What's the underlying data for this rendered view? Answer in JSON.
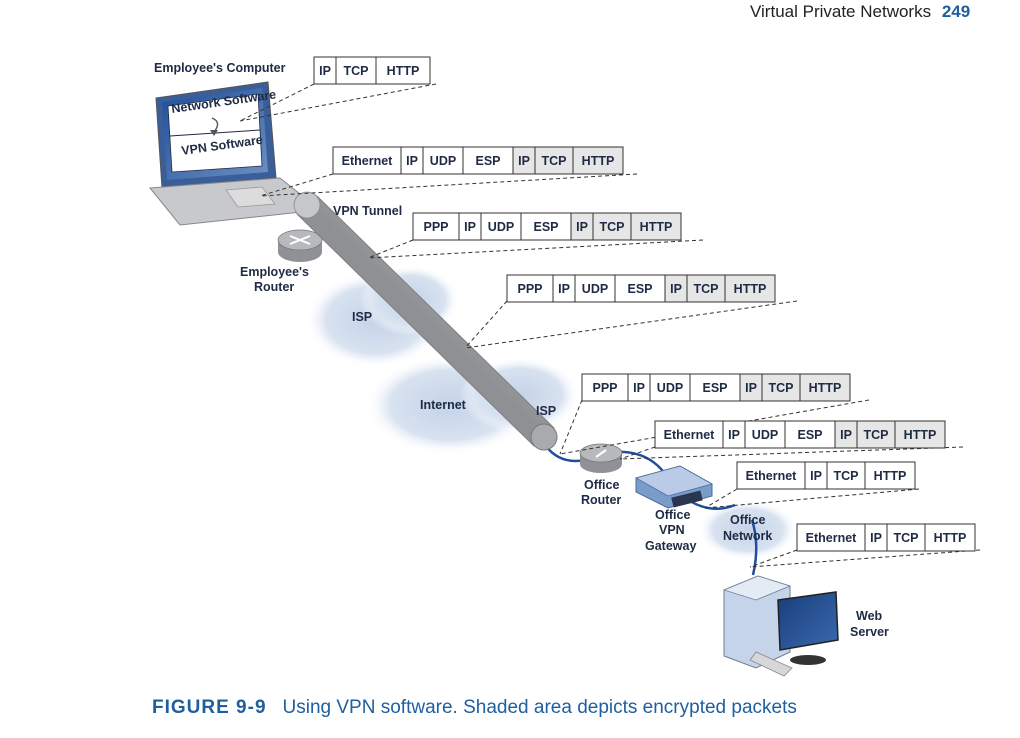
{
  "running_head": {
    "title": "Virtual Private Networks",
    "page": "249"
  },
  "caption": {
    "figure": "FIGURE 9-9",
    "text": "Using VPN software. Shaded area depicts encrypted packets"
  },
  "colors": {
    "encrypted_fill": "#e6e6e6",
    "plain_fill": "#ffffff",
    "cable": "#1f4f9a",
    "cloud": "#c9d6e8",
    "accent": "#1f5fa0"
  },
  "nodes": {
    "employee_computer": "Employee's Computer",
    "network_software": "Network Software",
    "vpn_software": "VPN Software",
    "vpn_tunnel": "VPN Tunnel",
    "employee_router_1": "Employee's",
    "employee_router_2": "Router",
    "isp_1": "ISP",
    "internet": "Internet",
    "isp_2": "ISP",
    "office_router_1": "Office",
    "office_router_2": "Router",
    "office_gateway_1": "Office",
    "office_gateway_2": "VPN",
    "office_gateway_3": "Gateway",
    "office_network_1": "Office",
    "office_network_2": "Network",
    "web_server_1": "Web",
    "web_server_2": "Server"
  },
  "packets": [
    {
      "id": "p1",
      "cells": [
        {
          "t": "IP",
          "e": false
        },
        {
          "t": "TCP",
          "e": false
        },
        {
          "t": "HTTP",
          "e": false
        }
      ]
    },
    {
      "id": "p2",
      "cells": [
        {
          "t": "Ethernet",
          "e": false
        },
        {
          "t": "IP",
          "e": false
        },
        {
          "t": "UDP",
          "e": false
        },
        {
          "t": "ESP",
          "e": false
        },
        {
          "t": "IP",
          "e": true
        },
        {
          "t": "TCP",
          "e": true
        },
        {
          "t": "HTTP",
          "e": true
        }
      ]
    },
    {
      "id": "p3",
      "cells": [
        {
          "t": "PPP",
          "e": false
        },
        {
          "t": "IP",
          "e": false
        },
        {
          "t": "UDP",
          "e": false
        },
        {
          "t": "ESP",
          "e": false
        },
        {
          "t": "IP",
          "e": true
        },
        {
          "t": "TCP",
          "e": true
        },
        {
          "t": "HTTP",
          "e": true
        }
      ]
    },
    {
      "id": "p4",
      "cells": [
        {
          "t": "PPP",
          "e": false
        },
        {
          "t": "IP",
          "e": false
        },
        {
          "t": "UDP",
          "e": false
        },
        {
          "t": "ESP",
          "e": false
        },
        {
          "t": "IP",
          "e": true
        },
        {
          "t": "TCP",
          "e": true
        },
        {
          "t": "HTTP",
          "e": true
        }
      ]
    },
    {
      "id": "p5",
      "cells": [
        {
          "t": "PPP",
          "e": false
        },
        {
          "t": "IP",
          "e": false
        },
        {
          "t": "UDP",
          "e": false
        },
        {
          "t": "ESP",
          "e": false
        },
        {
          "t": "IP",
          "e": true
        },
        {
          "t": "TCP",
          "e": true
        },
        {
          "t": "HTTP",
          "e": true
        }
      ]
    },
    {
      "id": "p6",
      "cells": [
        {
          "t": "Ethernet",
          "e": false
        },
        {
          "t": "IP",
          "e": false
        },
        {
          "t": "UDP",
          "e": false
        },
        {
          "t": "ESP",
          "e": false
        },
        {
          "t": "IP",
          "e": true
        },
        {
          "t": "TCP",
          "e": true
        },
        {
          "t": "HTTP",
          "e": true
        }
      ]
    },
    {
      "id": "p7",
      "cells": [
        {
          "t": "Ethernet",
          "e": false
        },
        {
          "t": "IP",
          "e": false
        },
        {
          "t": "TCP",
          "e": false
        },
        {
          "t": "HTTP",
          "e": false
        }
      ]
    },
    {
      "id": "p8",
      "cells": [
        {
          "t": "Ethernet",
          "e": false
        },
        {
          "t": "IP",
          "e": false
        },
        {
          "t": "TCP",
          "e": false
        },
        {
          "t": "HTTP",
          "e": false
        }
      ]
    }
  ]
}
